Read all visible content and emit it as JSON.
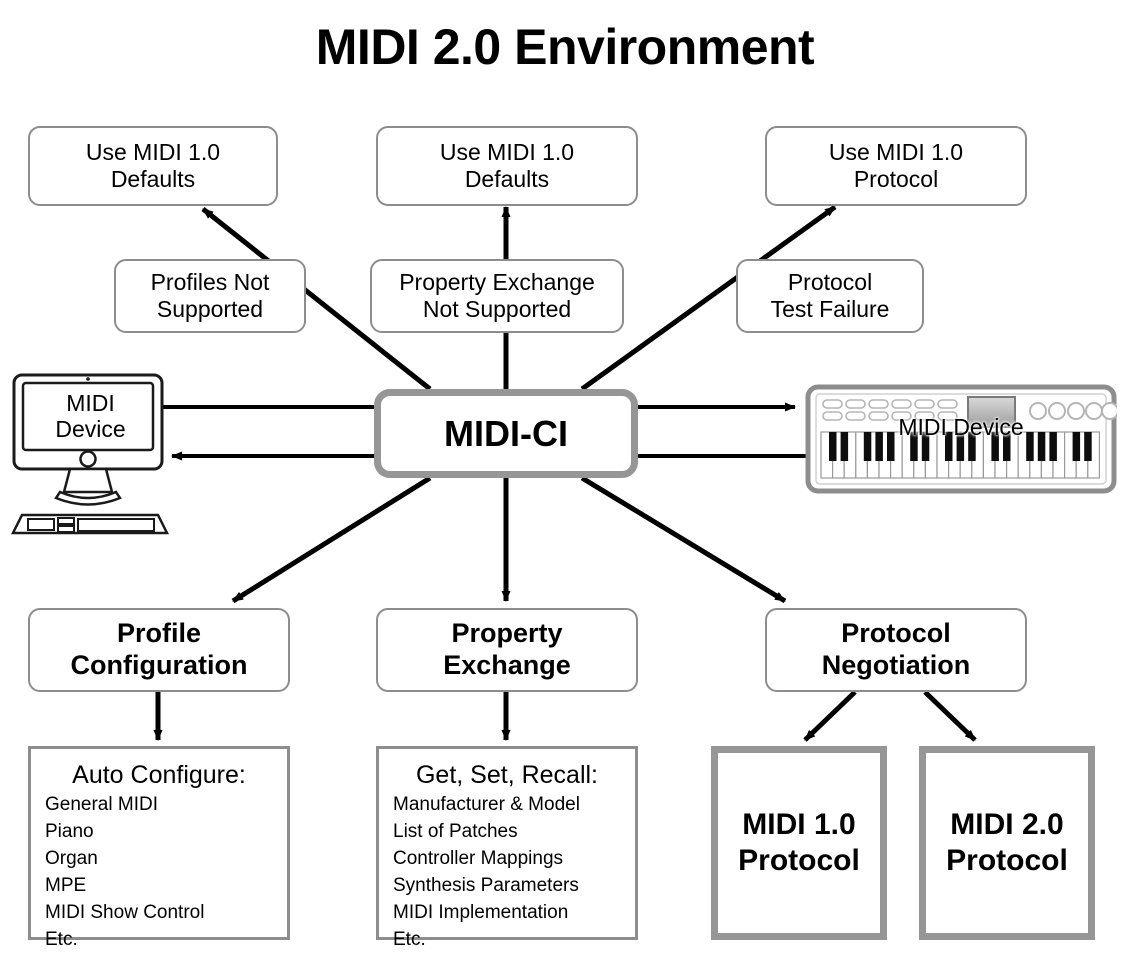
{
  "title": "MIDI 2.0 Environment",
  "center": {
    "label": "MIDI-CI"
  },
  "devices": {
    "computer": {
      "label_line1": "MIDI",
      "label_line2": "Device",
      "icon": "desktop-computer-icon"
    },
    "synth": {
      "label": "MIDI Device",
      "icon": "midi-keyboard-icon"
    }
  },
  "fallback_outcomes": [
    {
      "id": "use-midi-1-0-defaults-left",
      "text": "Use MIDI 1.0\nDefaults"
    },
    {
      "id": "use-midi-1-0-defaults-center",
      "text": "Use MIDI 1.0\nDefaults"
    },
    {
      "id": "use-midi-1-0-protocol-right",
      "text": "Use MIDI 1.0\nProtocol"
    }
  ],
  "fallback_conditions": [
    {
      "id": "profiles-not-supported",
      "text": "Profiles Not\nSupported"
    },
    {
      "id": "property-exchange-not-supported",
      "text": "Property Exchange\nNot Supported"
    },
    {
      "id": "protocol-test-failure",
      "text": "Protocol\nTest Failure"
    }
  ],
  "capabilities": [
    {
      "id": "profile-configuration",
      "text": "Profile\nConfiguration"
    },
    {
      "id": "property-exchange",
      "text": "Property\nExchange"
    },
    {
      "id": "protocol-negotiation",
      "text": "Protocol\nNegotiation"
    }
  ],
  "details": {
    "profile_configuration": {
      "title": "Auto Configure:",
      "items": [
        "General MIDI",
        "Piano",
        "Organ",
        "MPE",
        "MIDI Show Control",
        "Etc."
      ]
    },
    "property_exchange": {
      "title": "Get, Set, Recall:",
      "items": [
        "Manufacturer & Model",
        "List of Patches",
        "Controller Mappings",
        "Synthesis Parameters",
        "MIDI Implementation",
        "Etc."
      ]
    }
  },
  "protocols": [
    {
      "id": "midi-1-0-protocol",
      "text": "MIDI 1.0\nProtocol"
    },
    {
      "id": "midi-2-0-protocol",
      "text": "MIDI 2.0\nProtocol"
    }
  ],
  "colors": {
    "box_border": "#8d8d8d",
    "thick_border": "#969696",
    "arrow": "#000000",
    "background": "#ffffff",
    "text": "#000000"
  }
}
